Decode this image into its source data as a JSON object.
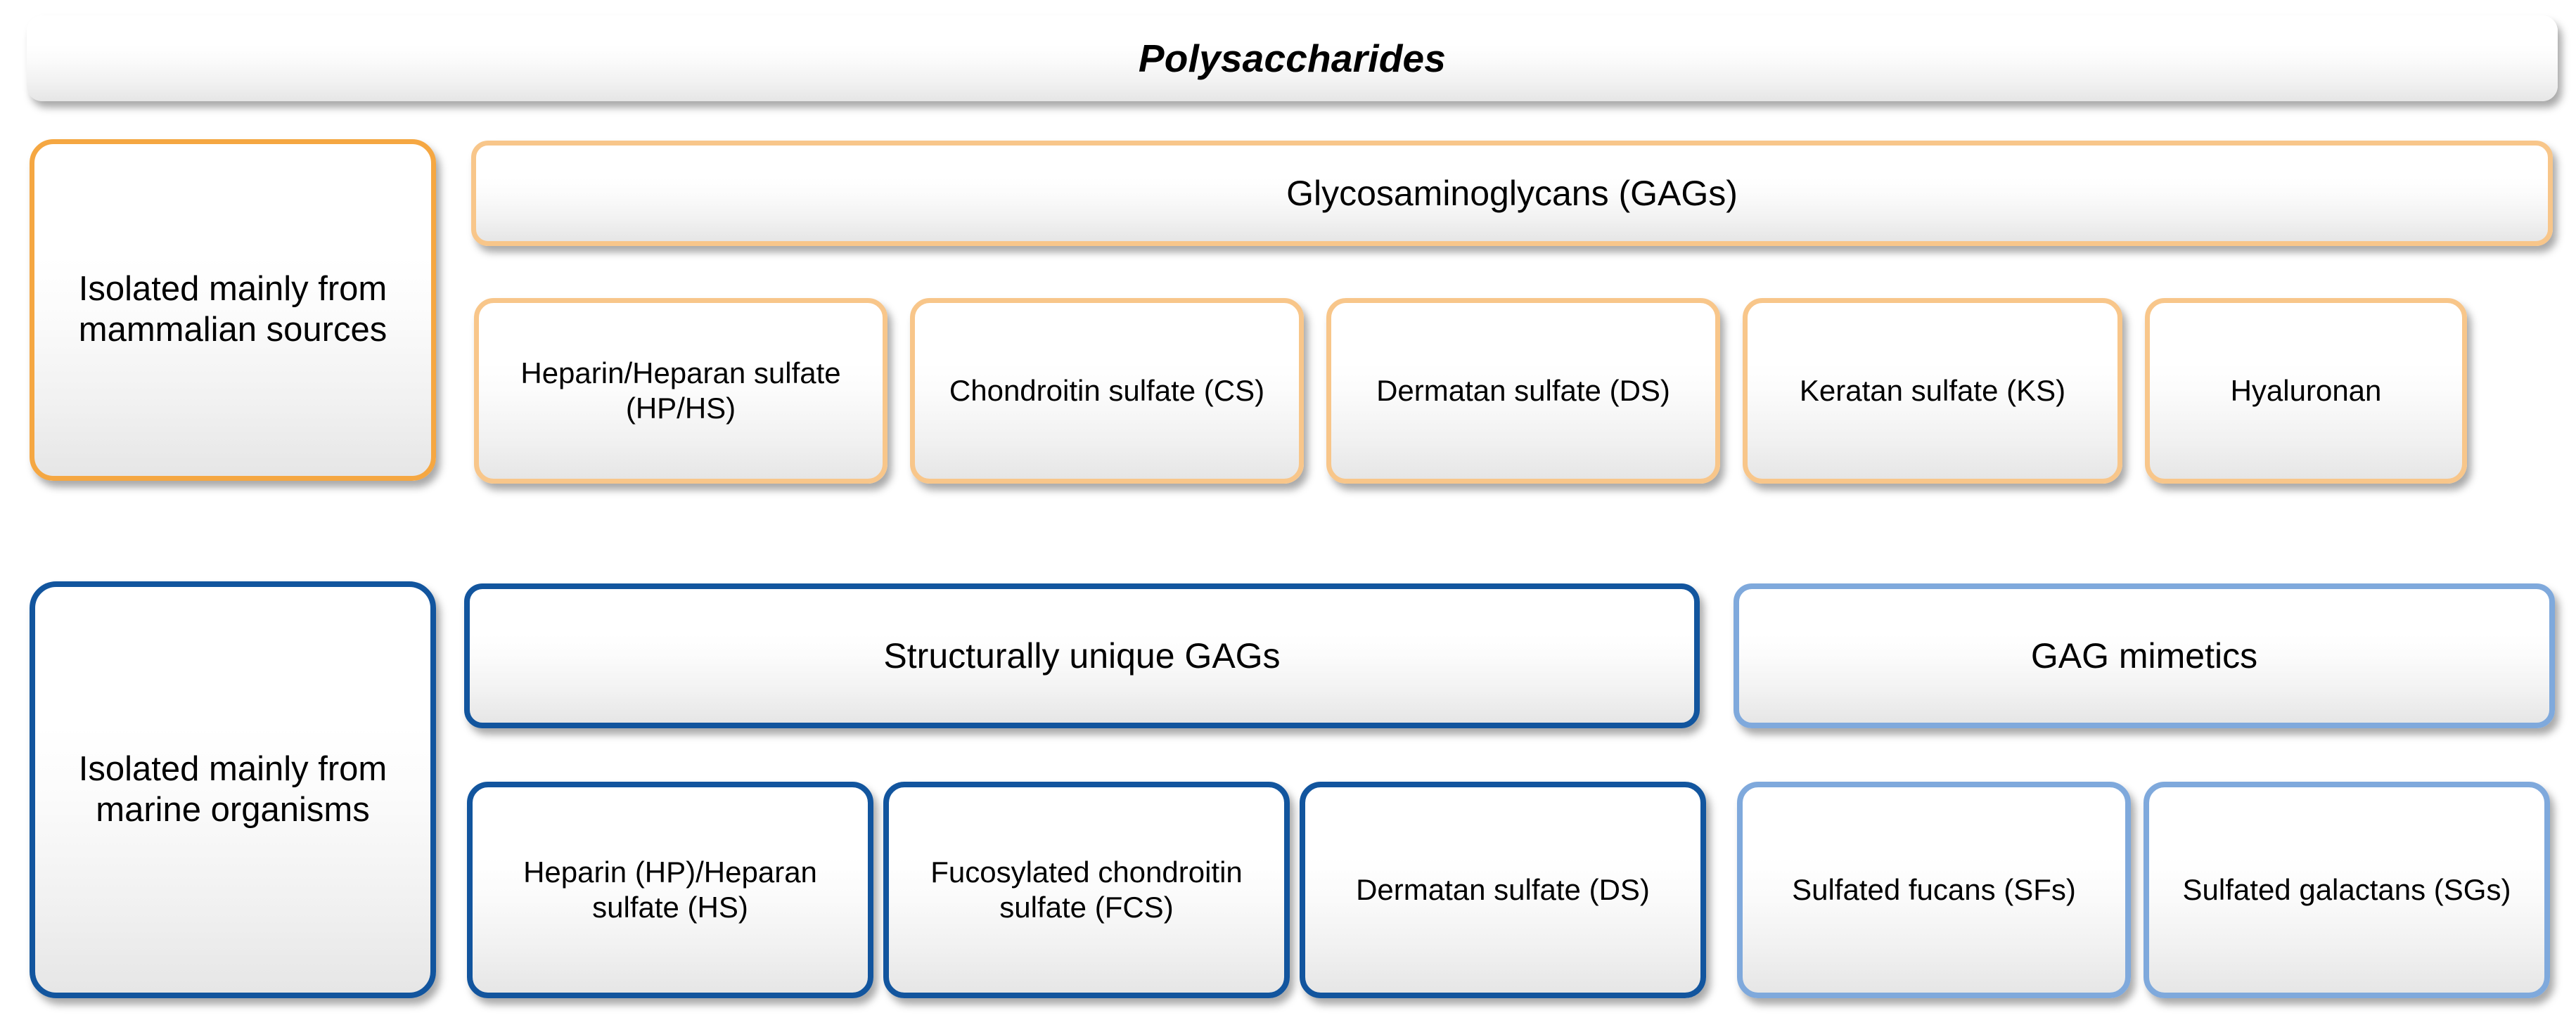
{
  "title": "Polysaccharides",
  "colors": {
    "orange_border": "#F5A742",
    "orange_light_border": "#F8C68A",
    "blue_border": "#12559E",
    "blue_light_border": "#7FA9DC",
    "box_fill_top": "#FFFFFF",
    "box_fill_bottom": "#E6E6E6",
    "text": "#000000"
  },
  "mammalian": {
    "source_label": "Isolated mainly from mammalian sources",
    "group_header": "Glycosaminoglycans (GAGs)",
    "items": [
      {
        "label": "Heparin/Heparan sulfate (HP/HS)"
      },
      {
        "label": "Chondroitin sulfate (CS)"
      },
      {
        "label": "Dermatan sulfate (DS)"
      },
      {
        "label": "Keratan sulfate (KS)"
      },
      {
        "label": "Hyaluronan"
      }
    ]
  },
  "marine": {
    "source_label": "Isolated mainly from marine organisms",
    "groups": [
      {
        "header": "Structurally unique GAGs"
      },
      {
        "header": "GAG mimetics"
      }
    ],
    "unique_gag_items": [
      {
        "label": "Heparin (HP)/Heparan sulfate (HS)"
      },
      {
        "label": "Fucosylated chondroitin sulfate (FCS)"
      },
      {
        "label": "Dermatan sulfate (DS)"
      }
    ],
    "mimetic_items": [
      {
        "label": "Sulfated fucans (SFs)"
      },
      {
        "label": "Sulfated galactans (SGs)"
      }
    ]
  }
}
